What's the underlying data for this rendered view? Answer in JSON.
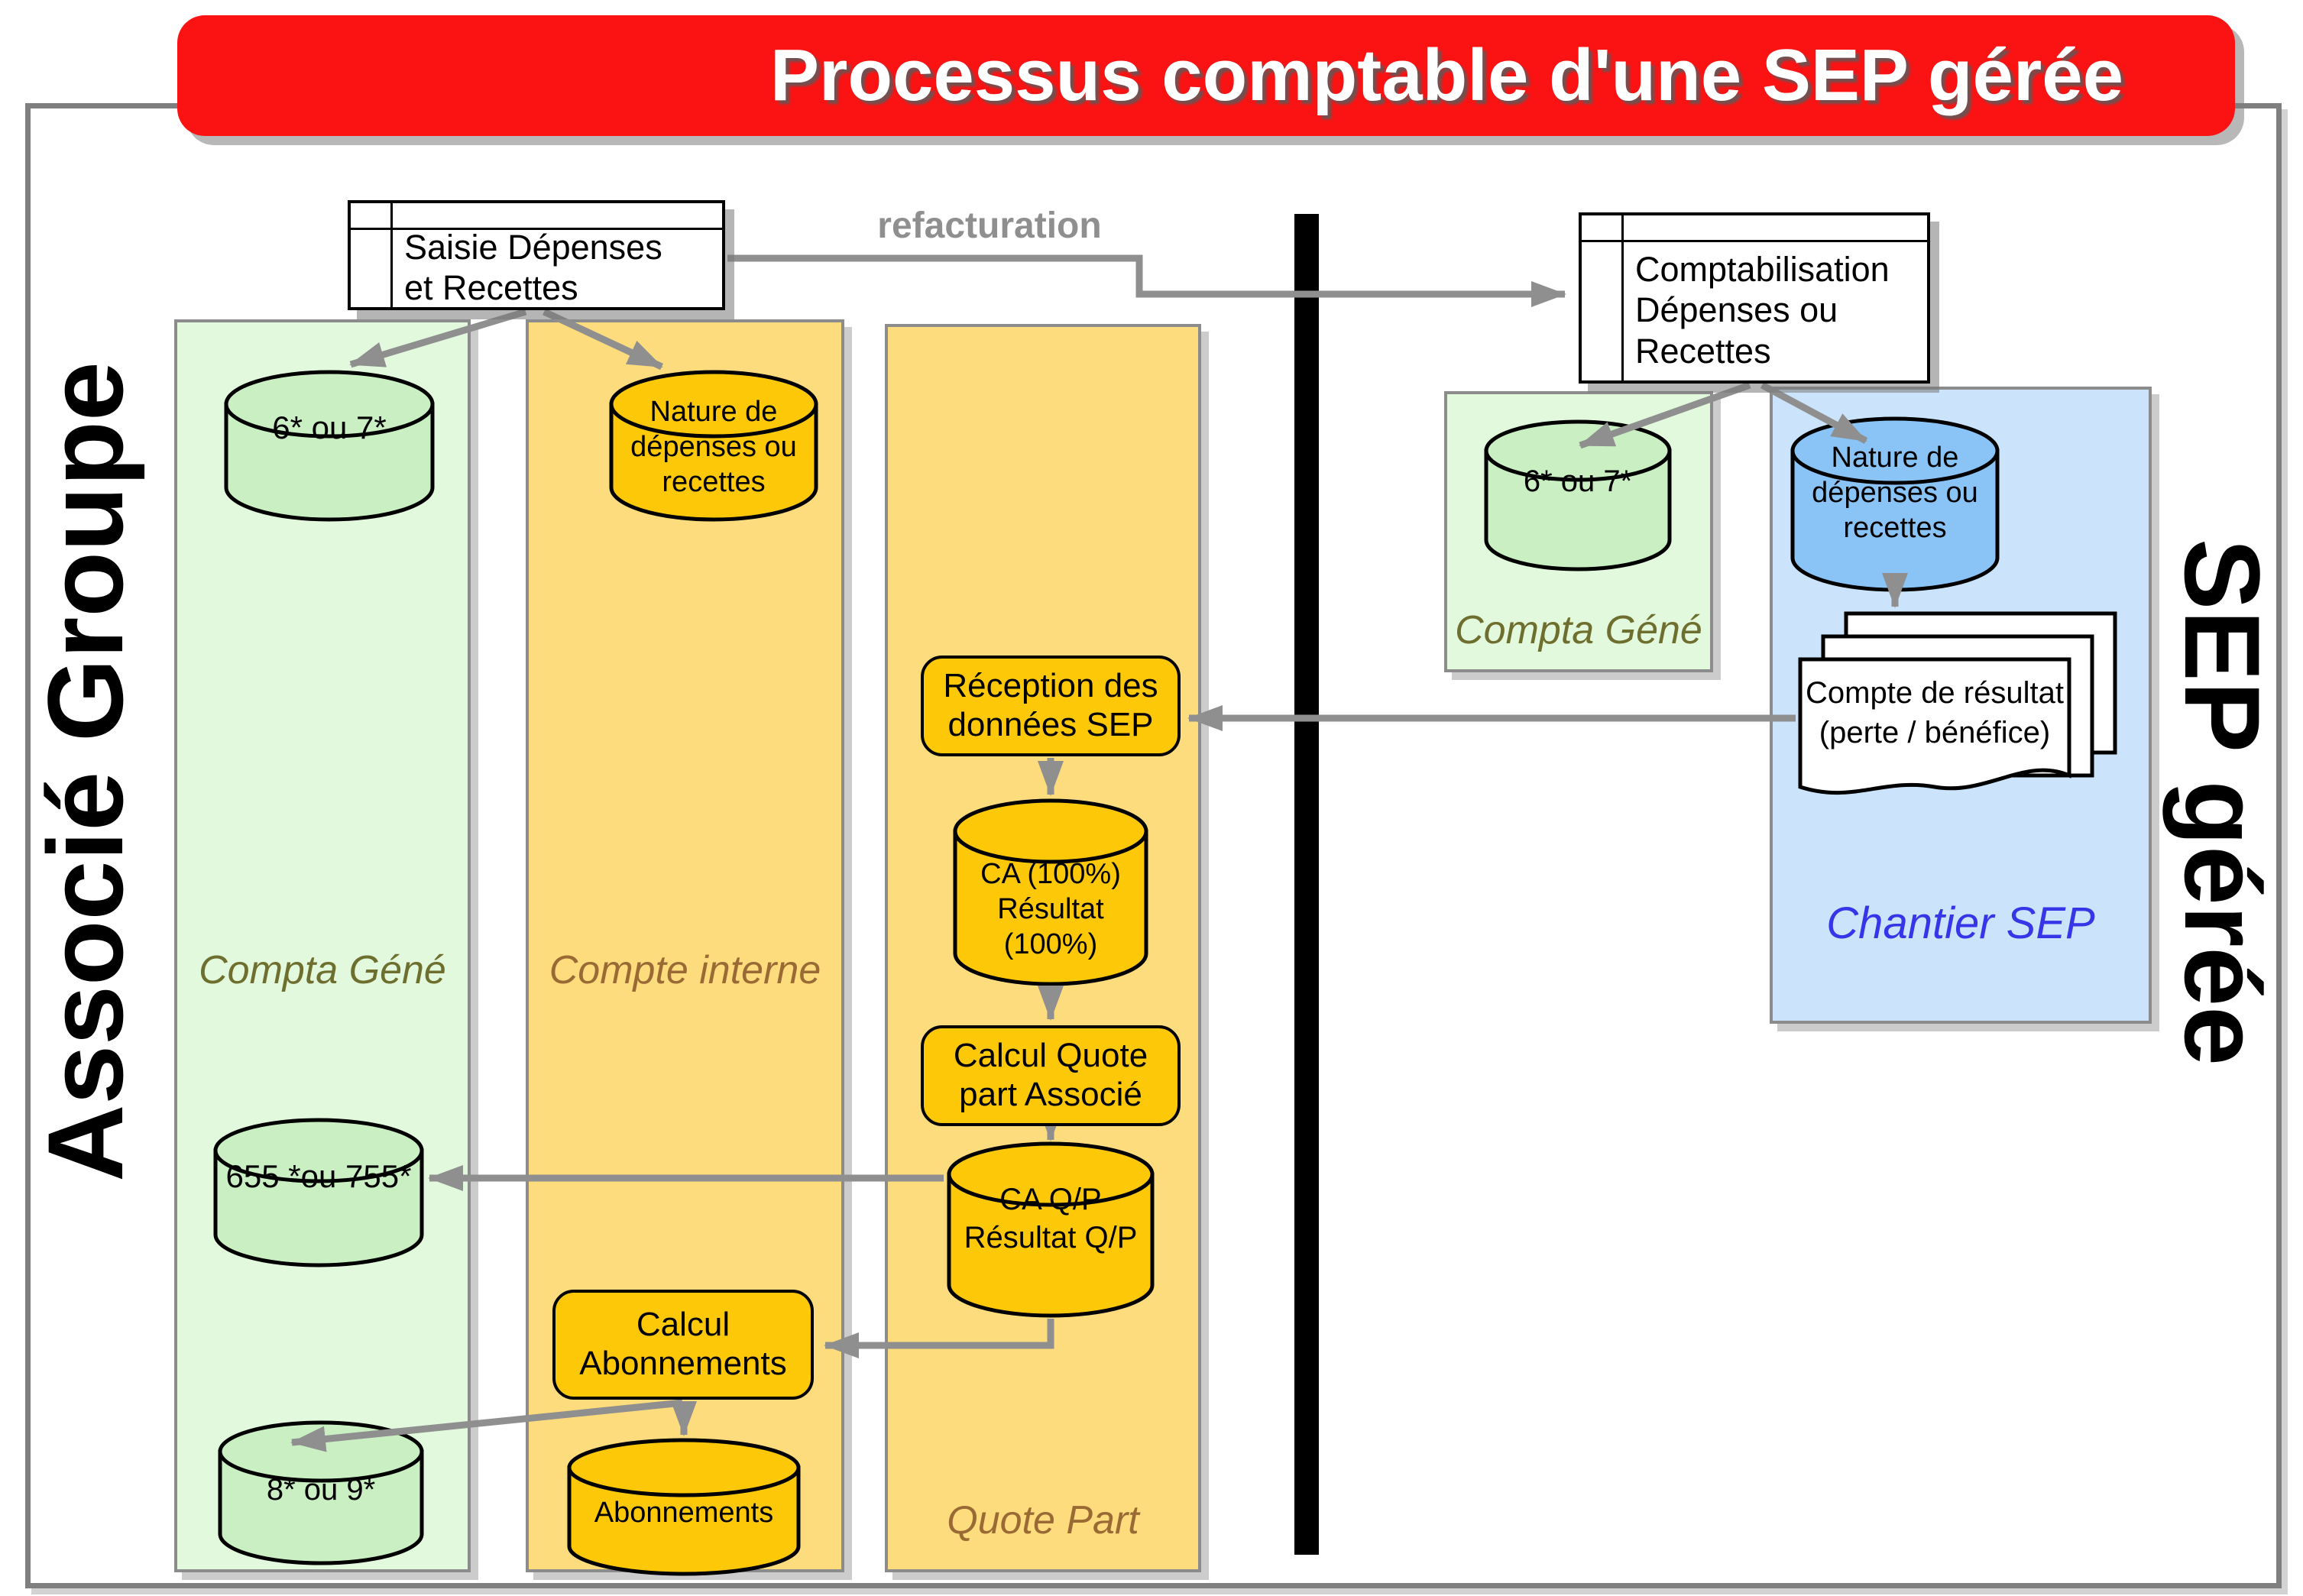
{
  "title": "Processus comptable d'une SEP gérée",
  "sections": {
    "left": "Associé Groupe",
    "right": "SEP gérée"
  },
  "flow": {
    "refacturation": "refacturation"
  },
  "associe": {
    "saisie": "Saisie Dépenses\net Recettes",
    "compta_gene": {
      "label": "Compta Géné",
      "accounts_67": "6* ou 7*",
      "accounts_655_755": "655 *ou 755*",
      "accounts_89": "8* ou 9*"
    },
    "compte_interne": {
      "label": "Compte interne",
      "nature": "Nature de\ndépenses ou\nrecettes",
      "calcul_abonnements": "Calcul\nAbonnements",
      "abonnements": "Abonnements"
    },
    "quote_part": {
      "label": "Quote Part",
      "reception": "Réception des\ndonnées SEP",
      "ca_100": "CA (100%)\nRésultat\n(100%)",
      "calcul_quote_part": "Calcul Quote\npart Associé",
      "ca_qp": "CA Q/P\nRésultat Q/P"
    }
  },
  "sep": {
    "comptabilisation": "Comptabilisation\nDépenses ou\nRecettes",
    "compta_gene": {
      "label": "Compta Géné",
      "accounts_67": "6* ou 7*"
    },
    "chantier": {
      "label": "Chantier SEP",
      "nature": "Nature de\ndépenses ou\nrecettes",
      "compte_resultat": "Compte de résultat\n(perte / bénéfice)"
    }
  },
  "colors": {
    "banner_red": "#fb1313",
    "green_zone": "#e2f9dd",
    "green_cylinder": "#c9efc2",
    "orange_zone": "#fcdc7d",
    "orange_cylinder": "#fdc808",
    "blue_zone": "#cce4fb",
    "blue_cylinder": "#8ac4f7",
    "arrow_gray": "#8f8f8f",
    "label_olive": "#6e6e2e",
    "label_brown": "#9a6a35",
    "label_blue": "#3636e8"
  }
}
